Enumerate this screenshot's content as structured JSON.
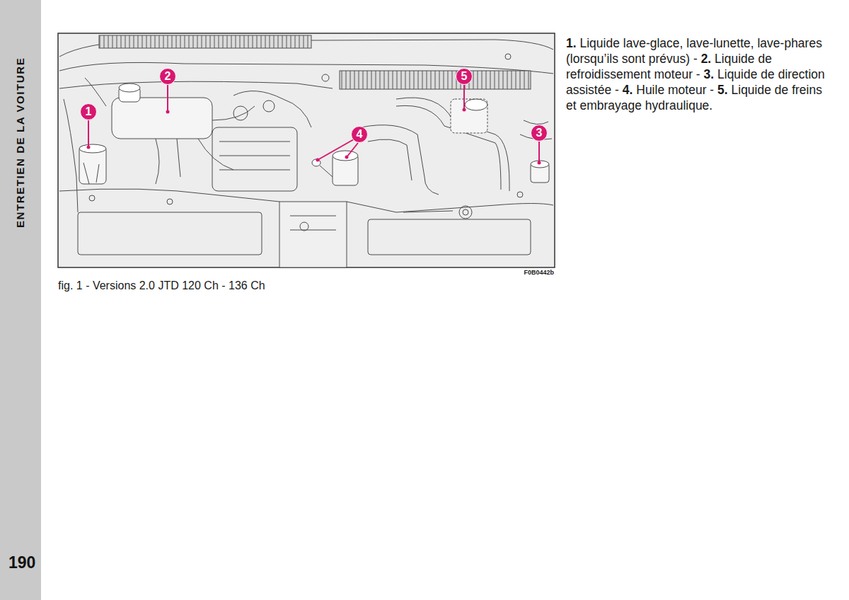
{
  "diagram": {
    "caption": "fig. 1 - Versions 2.0 JTD 120 Ch - 136 Ch",
    "nodes": [
      {
        "text": [
          "2"
        ]
      },
      {
        "text": [
          "5"
        ]
      },
      {
        "text": [
          "1"
        ]
      },
      {
        "text": [
          "3"
        ]
      },
      {
        "text": [
          "4"
        ]
      }
    ],
    "labels": [
      "ENTRETIEN DE LA VOITURE",
      "1.",
      "Liquide lave-glace, lave-lunette, lave-phares (lorsqu’ils sont prévus) -",
      "2.",
      "Liquide de refroidissement moteur -",
      "3.",
      "Liquide de direction assistée -",
      "4.",
      "Huile moteur -",
      "5.",
      "Liquide de freins et embrayage hydraulique.",
      "F0B0442b",
      "190"
    ]
  }
}
